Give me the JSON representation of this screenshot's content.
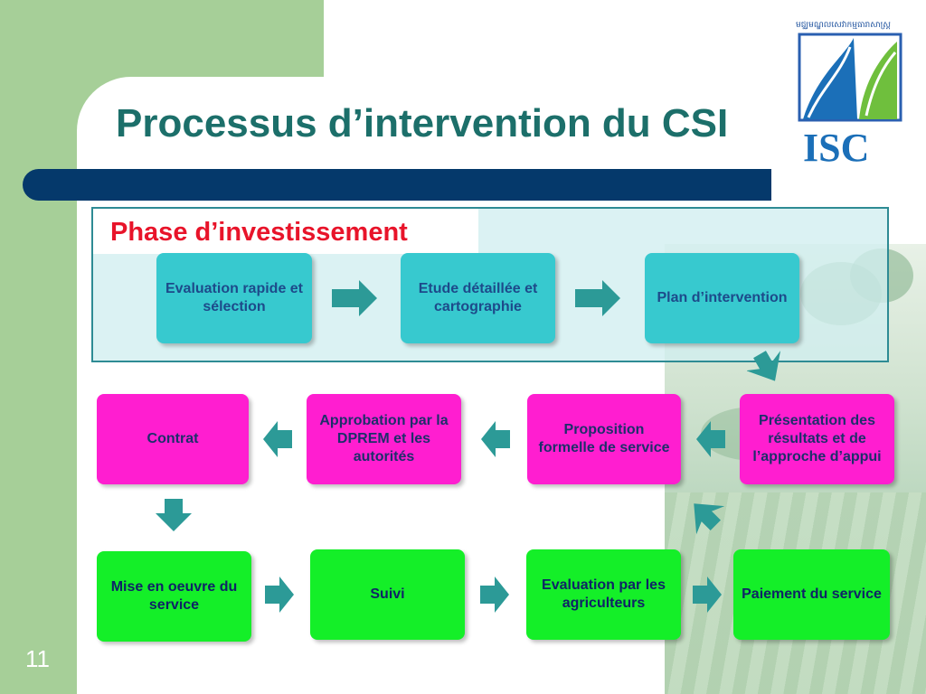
{
  "title": "Processus d’intervention du CSI",
  "phase_label": "Phase d’investissement",
  "logo": {
    "text": "ISC",
    "script_text": "មជ្ឈមណ្ឌលសេវាកម្មធារាសាស្ត្រ"
  },
  "boxes": {
    "evaluation_rapide": "Evaluation rapide et sélection",
    "etude_detaillee": "Etude détaillée et cartographie",
    "plan_intervention": "Plan d’intervention",
    "presentation": "Présentation des résultats et de l’approche d’appui",
    "proposition": "Proposition formelle de service",
    "approbation": "Approbation par la DPREM et les autorités",
    "contrat": "Contrat",
    "mise_en_oeuvre": "Mise en oeuvre du service",
    "suivi": "Suivi",
    "evaluation_agriculteurs": "Evaluation par les agriculteurs",
    "paiement": "Paiement du service"
  },
  "page_number": "11",
  "colors": {
    "title": "#1c6f6a",
    "band": "#a6cf98",
    "bar": "#05396b",
    "phase_label": "#e8142a",
    "teal_box": "#37c9cf",
    "pink_box": "#ff1ed0",
    "green_box": "#14ef28",
    "arrow": "#2c9a97"
  }
}
